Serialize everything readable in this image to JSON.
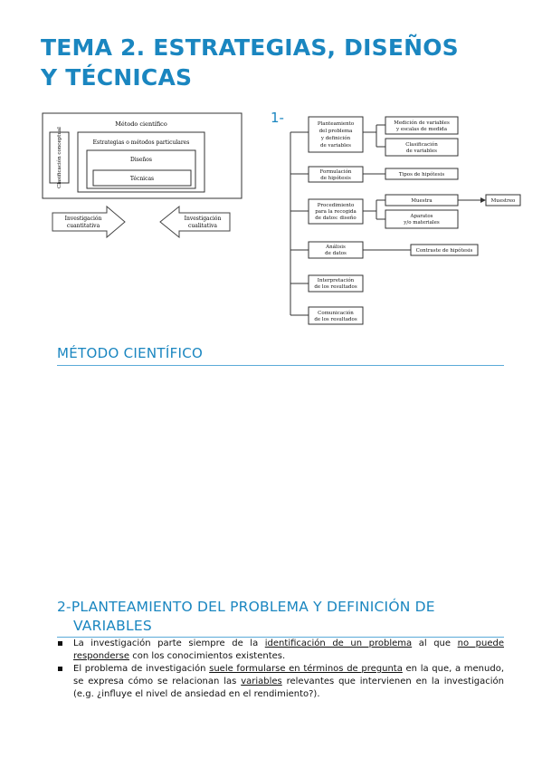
{
  "title": {
    "line1": "TEMA 2. ESTRATEGIAS, DISEÑOS",
    "line2": "Y TÉCNICAS"
  },
  "figure_left": {
    "outer_title": "Método científico",
    "side_label": "Clasificación conceptual",
    "level2": "Estrategias o métodos particulares",
    "level3": "Diseños",
    "level4": "Técnicas",
    "arrow_left": [
      "Investigación",
      "cuantitativa"
    ],
    "arrow_right": [
      "Investigación",
      "cualitativa"
    ]
  },
  "figure_right": {
    "number": "1-",
    "steps": [
      {
        "label": [
          "Planteamiento",
          "del problema",
          "y definición",
          "de variables"
        ]
      },
      {
        "label": [
          "Formulación",
          "de hipótesis"
        ]
      },
      {
        "label": [
          "Procedimiento",
          "para la recogida",
          "de datos: diseño"
        ]
      },
      {
        "label": [
          "Análisis",
          "de datos"
        ]
      },
      {
        "label": [
          "Interpretación",
          "de los resultados"
        ]
      },
      {
        "label": [
          "Comunicación",
          "de los resultados"
        ]
      }
    ],
    "children": {
      "medicion": [
        "Medición de variables",
        "y escalas de medida"
      ],
      "clasificacion": [
        "Clasificación",
        "de variables"
      ],
      "tipos": [
        "Tipos de hipótesis"
      ],
      "muestra": [
        "Muestra"
      ],
      "muestreo": [
        "Muestreo"
      ],
      "aparatos": [
        "Aparatos",
        "y/o materiales"
      ],
      "contraste": [
        "Contraste de hipótesis"
      ]
    }
  },
  "sections": {
    "metodo": "MÉTODO CIENTÍFICO",
    "planteamiento_line1": "2-PLANTEAMIENTO DEL PROBLEMA Y DEFINICIÓN DE",
    "planteamiento_line2": "VARIABLES"
  },
  "bullets": {
    "b1": {
      "t1": "La investigación parte siempre de la ",
      "u1": "identificación de un problema",
      "t2": " al que ",
      "u2": "no puede responderse",
      "t3": " con los conocimientos existentes."
    },
    "b2": {
      "t1": "El problema de investigación ",
      "u1": "suele formularse en términos de pregunta",
      "t2": " en la que, a menudo, se expresa cómo se relacionan las ",
      "u2": "variables",
      "t3": " relevantes que intervienen en la investigación (e.g. ¿influye el nivel de ansiedad en el rendimiento?)."
    }
  }
}
